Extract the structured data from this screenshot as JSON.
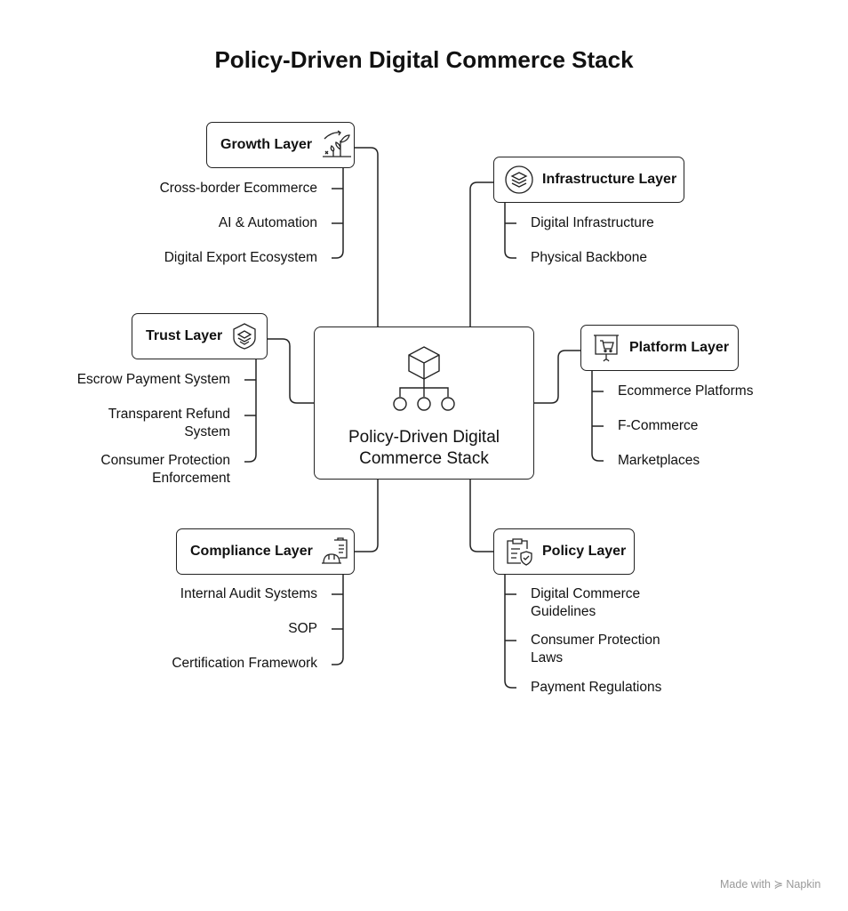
{
  "title": "Policy-Driven Digital Commerce Stack",
  "center": {
    "line1": "Policy-Driven Digital",
    "line2": "Commerce Stack",
    "icon": "cube-hierarchy-icon"
  },
  "layers": {
    "growth": {
      "label": "Growth Layer",
      "icon": "plant-growth-icon",
      "items": [
        "Cross-border Ecommerce",
        "AI & Automation",
        "Digital Export Ecosystem"
      ]
    },
    "infrastructure": {
      "label": "Infrastructure Layer",
      "icon": "layers-icon",
      "items": [
        "Digital Infrastructure",
        "Physical Backbone"
      ]
    },
    "trust": {
      "label": "Trust Layer",
      "icon": "shield-icon",
      "items": [
        "Escrow Payment System",
        "Transparent Refund",
        "System",
        "Consumer Protection",
        "Enforcement"
      ]
    },
    "platform": {
      "label": "Platform Layer",
      "icon": "cart-board-icon",
      "items": [
        "Ecommerce Platforms",
        "F-Commerce",
        "Marketplaces"
      ]
    },
    "compliance": {
      "label": "Compliance Layer",
      "icon": "hardhat-clipboard-icon",
      "items": [
        "Internal Audit Systems",
        "SOP",
        "Certification Framework"
      ]
    },
    "policy": {
      "label": "Policy Layer",
      "icon": "clipboard-shield-icon",
      "items": [
        "Digital Commerce",
        "Guidelines",
        "Consumer Protection",
        "Laws",
        "Payment Regulations"
      ]
    }
  },
  "footer": "Made with ≽ Napkin"
}
